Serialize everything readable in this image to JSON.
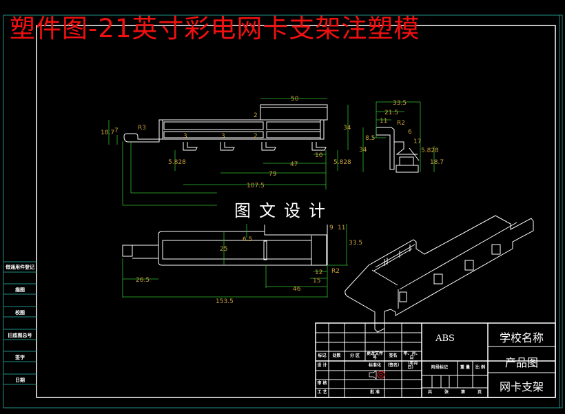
{
  "title": "塑件图-21英寸彩电网卡支架注塑模",
  "watermark": "图文设计",
  "colors": {
    "background": "#000000",
    "title": "#f01010",
    "frame_outer": "#1f8f86",
    "frame_inner": "#ffffff",
    "dimension_line": "#2fbf2f",
    "dimension_text": "#c8a23c",
    "geometry": "#ffffff"
  },
  "left_strip": [
    "借通用件登记",
    "描图",
    "校图",
    "旧底图总号",
    "签字",
    "日期"
  ],
  "top_view_dims": [
    "50",
    "2",
    "34",
    "18.7",
    "7",
    "R3",
    "3",
    "3",
    "2",
    "10",
    "47",
    "79",
    "107.5",
    "5.828",
    "5.828"
  ],
  "side_view_dims": [
    "33.5",
    "21.5",
    "11",
    "R2",
    "6",
    "8.5",
    "17",
    "34",
    "5.828",
    "18.7"
  ],
  "bottom_view_dims": [
    "6.5",
    "25",
    "9",
    "11",
    "33.5",
    "12",
    "R2",
    "15",
    "46",
    "26.5",
    "153.5"
  ],
  "title_block": {
    "revision_headers": [
      "标记",
      "处数",
      "分 区",
      "更改文件号",
      "签名",
      "年、月、日"
    ],
    "design": "设 计",
    "standardization": "标准化",
    "sign_name": "（签名）",
    "sign_date": "（年月日）",
    "review": "审 核",
    "process": "工 艺",
    "approve": "批 准",
    "material": "ABS",
    "stage_headers": [
      "阶段标记",
      "重 量",
      "比 例"
    ],
    "sheets": [
      "共",
      "张",
      "第",
      "页"
    ],
    "school": "学校名称",
    "drawing_type": "产品图",
    "part_name": "网卡支架"
  }
}
